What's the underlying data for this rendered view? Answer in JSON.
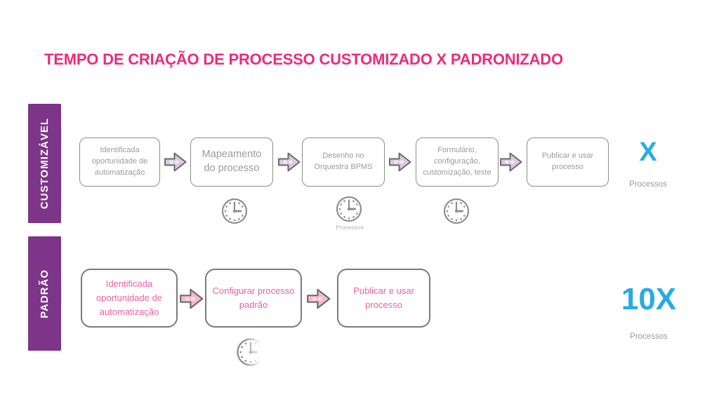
{
  "title": "TEMPO DE CRIAÇÃO DE PROCESSO CUSTOMIZADO X PADRONIZADO",
  "colors": {
    "title_pink": "#EE2A7B",
    "band_purple": "#7D3589",
    "result_blue": "#29ABE2",
    "step_gray_text": "#9B9B9B",
    "step_pink_text": "#F0619F",
    "box_border_gray": "#8C8C8C",
    "arrow_lavender_fill": "#D8CBDE",
    "arrow_pink_fill": "#F8B7CF",
    "clock_gray": "#8F8F8F"
  },
  "icons": {
    "arrow": "block-arrow-right-icon",
    "clock": "clock-icon"
  },
  "rows": [
    {
      "label": "CUSTOMIZÁVEL",
      "steps": [
        "Identificada oportunidade de automatização",
        "Mapeamento do processo",
        "Desenho no Orquestra BPMS",
        "Formulário, configuração, customização, teste",
        "Publicar e usar processo"
      ],
      "clock_caption": "Processos",
      "result": {
        "multiplier": "X",
        "caption": "Processos"
      }
    },
    {
      "label": "PADRÃO",
      "steps": [
        "Identificada oportunidade de automatização",
        "Configurar processo padrão",
        "Publicar e usar processo"
      ],
      "result": {
        "multiplier": "10X",
        "caption": "Processos"
      }
    }
  ]
}
